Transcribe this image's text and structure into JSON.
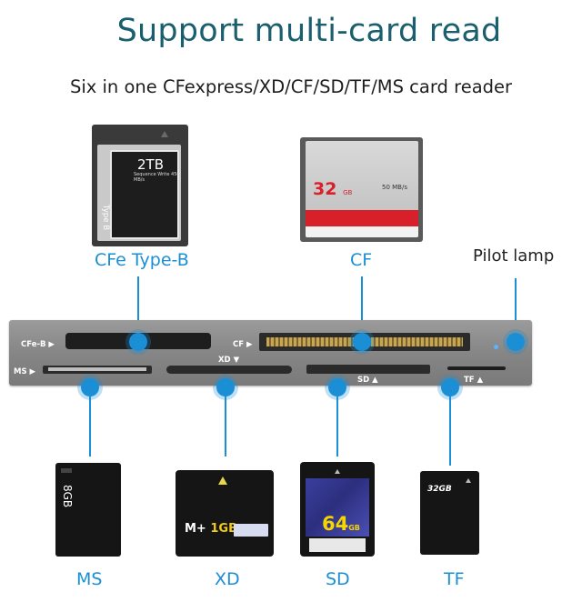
{
  "title": "Support multi-card read",
  "subtitle": "Six in one CFexpress/XD/CF/SD/TF/MS card reader",
  "top_labels": {
    "cfe": "CFe Type-B",
    "cf": "CF",
    "pilot": "Pilot lamp"
  },
  "bottom_labels": {
    "ms": "MS",
    "xd": "XD",
    "sd": "SD",
    "tf": "TF"
  },
  "reader_labels": {
    "cfe": "CFe-B ▶",
    "cf": "CF ▶",
    "ms": "MS ▶",
    "xd": "XD ▼",
    "sd": "SD ▲",
    "tf": "TF ▲"
  },
  "cards": {
    "cfe": {
      "capacity": "2TB",
      "speed": "Sequence Write 450 MB/s",
      "type": "Type B"
    },
    "cf": {
      "capacity": "32",
      "unit": "GB",
      "speed": "50 MB/s"
    },
    "ms": {
      "capacity": "8GB"
    },
    "xd": {
      "prefix": "M+",
      "capacity": "1GB"
    },
    "sd": {
      "capacity": "64",
      "unit": "GB"
    },
    "tf": {
      "capacity": "32GB"
    }
  },
  "colors": {
    "accent": "#1a8fd6",
    "title": "#1a5f6e",
    "cf_red": "#d8202b",
    "sd_yellow": "#f6d400"
  }
}
